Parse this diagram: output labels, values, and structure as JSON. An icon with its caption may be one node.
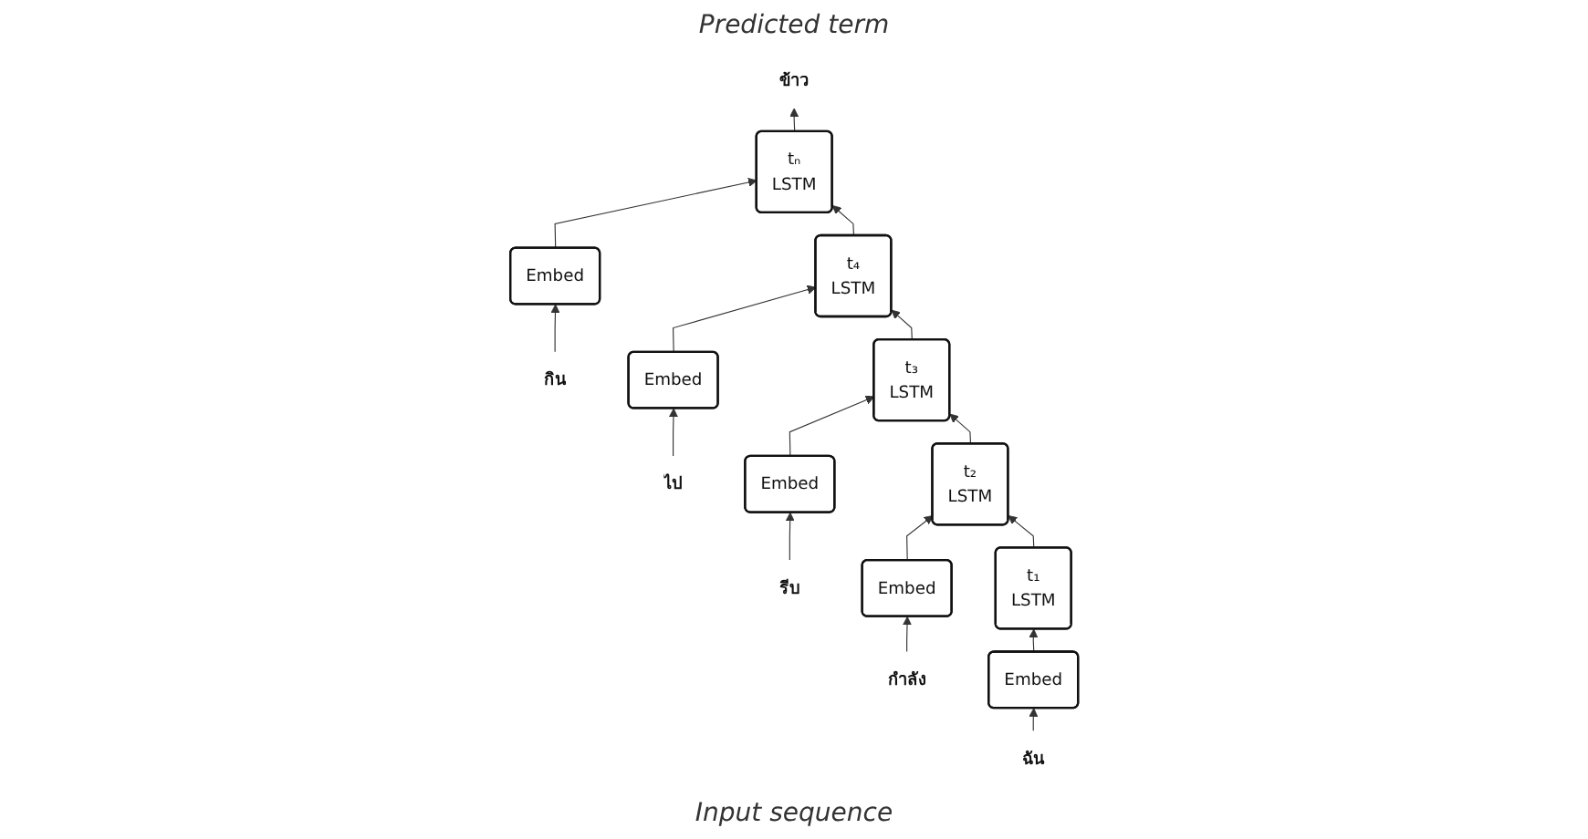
{
  "diagram": {
    "nodes": [
      {
        "text": [
          "ข้าว"
        ]
      },
      {
        "text": [
          "t₁",
          "LSTM"
        ]
      },
      {
        "text": [
          "t₂",
          "LSTM"
        ]
      },
      {
        "text": [
          "t₃",
          "LSTM"
        ]
      },
      {
        "text": [
          "t₄",
          "LSTM"
        ]
      },
      {
        "text": [
          "tₙ",
          "LSTM"
        ]
      },
      {
        "text": [
          "Embed"
        ]
      },
      {
        "text": [
          "Embed"
        ]
      },
      {
        "text": [
          "Embed"
        ]
      },
      {
        "text": [
          "Embed"
        ]
      },
      {
        "text": [
          "Embed"
        ]
      },
      {
        "text": [
          "ฉัน"
        ]
      },
      {
        "text": [
          "กำลัง"
        ]
      },
      {
        "text": [
          "รีบ"
        ]
      },
      {
        "text": [
          "ไป"
        ]
      },
      {
        "text": [
          "กิน"
        ]
      }
    ],
    "edges": [
      {
        "from": 11,
        "to": 6,
        "arrow": "to"
      },
      {
        "from": 12,
        "to": 7,
        "arrow": "to"
      },
      {
        "from": 13,
        "to": 8,
        "arrow": "to"
      },
      {
        "from": 14,
        "to": 9,
        "arrow": "to"
      },
      {
        "from": 15,
        "to": 10,
        "arrow": "to"
      },
      {
        "from": 6,
        "to": 1,
        "arrow": "to"
      },
      {
        "from": 7,
        "to": 2,
        "arrow": "to"
      },
      {
        "from": 8,
        "to": 3,
        "arrow": "to"
      },
      {
        "from": 9,
        "to": 4,
        "arrow": "to"
      },
      {
        "from": 10,
        "to": 5,
        "arrow": "to"
      },
      {
        "from": 1,
        "to": 2,
        "arrow": "to"
      },
      {
        "from": 2,
        "to": 3,
        "arrow": "to"
      },
      {
        "from": 3,
        "to": 4,
        "arrow": "to"
      },
      {
        "from": 4,
        "to": 5,
        "arrow": "to"
      },
      {
        "from": 5,
        "to": 0,
        "arrow": "to"
      }
    ],
    "labels": [
      "Predicted term",
      "Input sequence"
    ]
  }
}
